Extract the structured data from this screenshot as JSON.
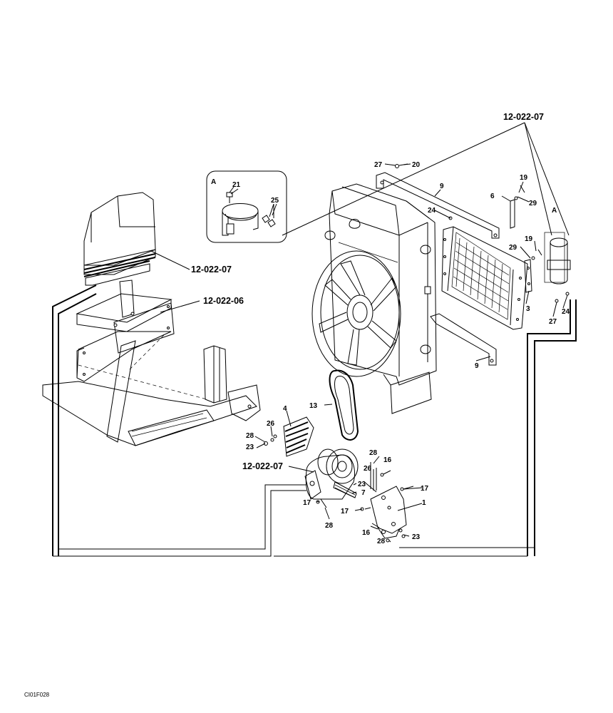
{
  "labels": {
    "ref_top_right": "12-022-07",
    "ref_filter": "12-022-07",
    "ref_tray": "12-022-06",
    "ref_alternator": "12-022-07",
    "detail_a_left": "A",
    "detail_a_right": "A",
    "drawing_code": "CI01F028"
  },
  "callouts": {
    "c21": "21",
    "c25": "25",
    "c27a": "27",
    "c20": "20",
    "c9a": "9",
    "c6": "6",
    "c19a": "19",
    "c29a": "29",
    "c24a": "24",
    "c19b": "19",
    "c29b": "29",
    "c3": "3",
    "c24b": "24",
    "c27b": "27",
    "c9b": "9",
    "c13": "13",
    "c4": "4",
    "c26a": "26",
    "c28a": "28",
    "c23a": "23",
    "c16a": "16",
    "c28b": "28",
    "c26b": "26",
    "c23b": "23",
    "c7": "7",
    "c17a": "17",
    "c17b": "17",
    "c17c": "17",
    "c1": "1",
    "c28c": "28",
    "c16b": "16",
    "c28d": "28",
    "c23c": "23"
  }
}
